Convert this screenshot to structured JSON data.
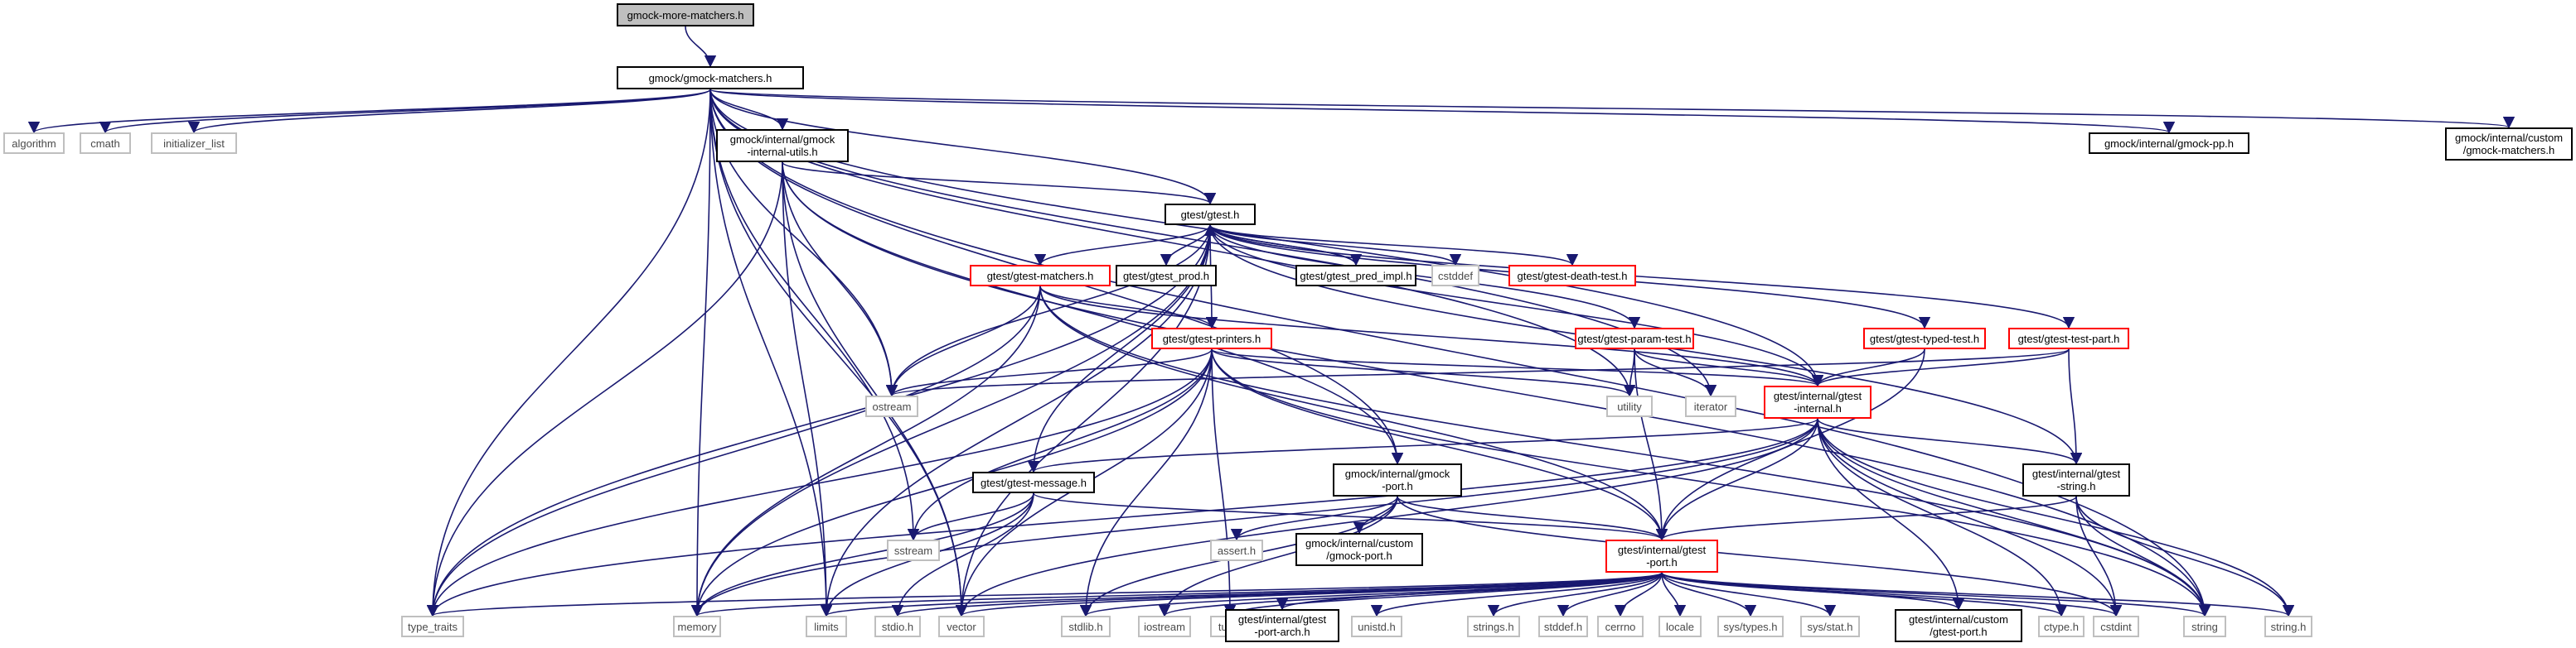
{
  "graph": {
    "edge_color": "#191970",
    "nodes": [
      {
        "id": "gmm",
        "label": "gmock-more-matchers.h",
        "style": "root"
      },
      {
        "id": "gm",
        "label": "gmock/gmock-matchers.h",
        "style": "black"
      },
      {
        "id": "algorithm",
        "label": "algorithm",
        "style": "gray"
      },
      {
        "id": "cmath",
        "label": "cmath",
        "style": "gray"
      },
      {
        "id": "initlist",
        "label": "initializer_list",
        "style": "gray"
      },
      {
        "id": "giu",
        "label": "gmock/internal/gmock\n-internal-utils.h",
        "style": "black"
      },
      {
        "id": "gpp",
        "label": "gmock/internal/gmock-pp.h",
        "style": "black"
      },
      {
        "id": "gcm",
        "label": "gmock/internal/custom\n/gmock-matchers.h",
        "style": "black"
      },
      {
        "id": "gtest",
        "label": "gtest/gtest.h",
        "style": "black"
      },
      {
        "id": "gtmatch",
        "label": "gtest/gtest-matchers.h",
        "style": "red"
      },
      {
        "id": "gprod",
        "label": "gtest/gtest_prod.h",
        "style": "black"
      },
      {
        "id": "gpred",
        "label": "gtest/gtest_pred_impl.h",
        "style": "black"
      },
      {
        "id": "cstddef",
        "label": "cstddef",
        "style": "gray"
      },
      {
        "id": "gdeath",
        "label": "gtest/gtest-death-test.h",
        "style": "red"
      },
      {
        "id": "gprint",
        "label": "gtest/gtest-printers.h",
        "style": "red"
      },
      {
        "id": "gparam",
        "label": "gtest/gtest-param-test.h",
        "style": "red"
      },
      {
        "id": "gtyped",
        "label": "gtest/gtest-typed-test.h",
        "style": "red"
      },
      {
        "id": "gtpart",
        "label": "gtest/gtest-test-part.h",
        "style": "red"
      },
      {
        "id": "ostream",
        "label": "ostream",
        "style": "gray"
      },
      {
        "id": "utility",
        "label": "utility",
        "style": "gray"
      },
      {
        "id": "iterator",
        "label": "iterator",
        "style": "gray"
      },
      {
        "id": "gint",
        "label": "gtest/internal/gtest\n-internal.h",
        "style": "red"
      },
      {
        "id": "gmsg",
        "label": "gtest/gtest-message.h",
        "style": "black"
      },
      {
        "id": "gmport",
        "label": "gmock/internal/gmock\n-port.h",
        "style": "black"
      },
      {
        "id": "gstr",
        "label": "gtest/internal/gtest\n-string.h",
        "style": "black"
      },
      {
        "id": "sstream",
        "label": "sstream",
        "style": "gray"
      },
      {
        "id": "assert",
        "label": "assert.h",
        "style": "gray"
      },
      {
        "id": "gcport",
        "label": "gmock/internal/custom\n/gmock-port.h",
        "style": "black"
      },
      {
        "id": "gport",
        "label": "gtest/internal/gtest\n-port.h",
        "style": "red"
      },
      {
        "id": "type_traits",
        "label": "type_traits",
        "style": "gray"
      },
      {
        "id": "memory",
        "label": "memory",
        "style": "gray"
      },
      {
        "id": "limits",
        "label": "limits",
        "style": "gray"
      },
      {
        "id": "stdio",
        "label": "stdio.h",
        "style": "gray"
      },
      {
        "id": "vector",
        "label": "vector",
        "style": "gray"
      },
      {
        "id": "stdlib",
        "label": "stdlib.h",
        "style": "gray"
      },
      {
        "id": "iostream",
        "label": "iostream",
        "style": "gray"
      },
      {
        "id": "tuple",
        "label": "tuple",
        "style": "gray"
      },
      {
        "id": "gparch",
        "label": "gtest/internal/gtest\n-port-arch.h",
        "style": "black"
      },
      {
        "id": "unistd",
        "label": "unistd.h",
        "style": "gray"
      },
      {
        "id": "strings",
        "label": "strings.h",
        "style": "gray"
      },
      {
        "id": "stddef",
        "label": "stddef.h",
        "style": "gray"
      },
      {
        "id": "cerrno",
        "label": "cerrno",
        "style": "gray"
      },
      {
        "id": "locale",
        "label": "locale",
        "style": "gray"
      },
      {
        "id": "systypes",
        "label": "sys/types.h",
        "style": "gray"
      },
      {
        "id": "sysstat",
        "label": "sys/stat.h",
        "style": "gray"
      },
      {
        "id": "gcgport",
        "label": "gtest/internal/custom\n/gtest-port.h",
        "style": "black"
      },
      {
        "id": "ctype",
        "label": "ctype.h",
        "style": "gray"
      },
      {
        "id": "cstdint",
        "label": "cstdint",
        "style": "gray"
      },
      {
        "id": "string",
        "label": "string",
        "style": "gray"
      },
      {
        "id": "stringh",
        "label": "string.h",
        "style": "gray"
      }
    ],
    "edges": [
      [
        "gmm",
        "gm"
      ],
      [
        "gm",
        "algorithm"
      ],
      [
        "gm",
        "cmath"
      ],
      [
        "gm",
        "initlist"
      ],
      [
        "gm",
        "giu"
      ],
      [
        "gm",
        "gpp"
      ],
      [
        "gm",
        "gcm"
      ],
      [
        "gm",
        "gtest"
      ],
      [
        "gm",
        "ostream"
      ],
      [
        "gm",
        "sstream"
      ],
      [
        "gm",
        "type_traits"
      ],
      [
        "gm",
        "memory"
      ],
      [
        "gm",
        "limits"
      ],
      [
        "gm",
        "vector"
      ],
      [
        "gm",
        "string"
      ],
      [
        "gm",
        "utility"
      ],
      [
        "gm",
        "iterator"
      ],
      [
        "gm",
        "gmport"
      ],
      [
        "gm",
        "gint"
      ],
      [
        "giu",
        "gtest"
      ],
      [
        "giu",
        "ostream"
      ],
      [
        "giu",
        "type_traits"
      ],
      [
        "giu",
        "limits"
      ],
      [
        "giu",
        "vector"
      ],
      [
        "giu",
        "gmport"
      ],
      [
        "giu",
        "string"
      ],
      [
        "gtest",
        "gtmatch"
      ],
      [
        "gtest",
        "gprod"
      ],
      [
        "gtest",
        "gpred"
      ],
      [
        "gtest",
        "cstddef"
      ],
      [
        "gtest",
        "gdeath"
      ],
      [
        "gtest",
        "gprint"
      ],
      [
        "gtest",
        "gparam"
      ],
      [
        "gtest",
        "gtyped"
      ],
      [
        "gtest",
        "gtpart"
      ],
      [
        "gtest",
        "ostream"
      ],
      [
        "gtest",
        "gint"
      ],
      [
        "gtest",
        "gmsg"
      ],
      [
        "gtest",
        "gstr"
      ],
      [
        "gtest",
        "type_traits"
      ],
      [
        "gtest",
        "memory"
      ],
      [
        "gtest",
        "limits"
      ],
      [
        "gtest",
        "vector"
      ],
      [
        "gpred",
        "gtest"
      ],
      [
        "gtmatch",
        "gprint"
      ],
      [
        "gtmatch",
        "ostream"
      ],
      [
        "gtmatch",
        "memory"
      ],
      [
        "gtmatch",
        "type_traits"
      ],
      [
        "gtmatch",
        "gint"
      ],
      [
        "gtmatch",
        "gport"
      ],
      [
        "gtmatch",
        "string"
      ],
      [
        "gprint",
        "ostream"
      ],
      [
        "gprint",
        "utility"
      ],
      [
        "gprint",
        "gint"
      ],
      [
        "gprint",
        "gport"
      ],
      [
        "gprint",
        "sstream"
      ],
      [
        "gprint",
        "type_traits"
      ],
      [
        "gprint",
        "memory"
      ],
      [
        "gprint",
        "vector"
      ],
      [
        "gprint",
        "string"
      ],
      [
        "gprint",
        "stdlib"
      ],
      [
        "gprint",
        "tuple"
      ],
      [
        "gparam",
        "utility"
      ],
      [
        "gparam",
        "iterator"
      ],
      [
        "gparam",
        "gint"
      ],
      [
        "gparam",
        "gport"
      ],
      [
        "gtyped",
        "gint"
      ],
      [
        "gtyped",
        "gport"
      ],
      [
        "gtpart",
        "gint"
      ],
      [
        "gtpart",
        "gstr"
      ],
      [
        "gtpart",
        "ostream"
      ],
      [
        "gint",
        "gmsg"
      ],
      [
        "gint",
        "gstr"
      ],
      [
        "gint",
        "gport"
      ],
      [
        "gint",
        "type_traits"
      ],
      [
        "gint",
        "vector"
      ],
      [
        "gint",
        "memory"
      ],
      [
        "gint",
        "stringh"
      ],
      [
        "gint",
        "string"
      ],
      [
        "gint",
        "cstdint"
      ],
      [
        "gint",
        "ctype"
      ],
      [
        "gint",
        "gcgport"
      ],
      [
        "gmsg",
        "sstream"
      ],
      [
        "gmsg",
        "gport"
      ],
      [
        "gmsg",
        "memory"
      ],
      [
        "gmsg",
        "limits"
      ],
      [
        "gmsg",
        "stdio"
      ],
      [
        "gmport",
        "assert"
      ],
      [
        "gmport",
        "gcport"
      ],
      [
        "gmport",
        "gport"
      ],
      [
        "gmport",
        "stdlib"
      ],
      [
        "gmport",
        "cstdint"
      ],
      [
        "gmport",
        "iostream"
      ],
      [
        "gstr",
        "gport"
      ],
      [
        "gstr",
        "cstdint"
      ],
      [
        "gstr",
        "string"
      ],
      [
        "gstr",
        "stringh"
      ],
      [
        "gport",
        "type_traits"
      ],
      [
        "gport",
        "memory"
      ],
      [
        "gport",
        "limits"
      ],
      [
        "gport",
        "stdio"
      ],
      [
        "gport",
        "vector"
      ],
      [
        "gport",
        "stdlib"
      ],
      [
        "gport",
        "iostream"
      ],
      [
        "gport",
        "tuple"
      ],
      [
        "gport",
        "gparch"
      ],
      [
        "gport",
        "unistd"
      ],
      [
        "gport",
        "strings"
      ],
      [
        "gport",
        "stddef"
      ],
      [
        "gport",
        "cerrno"
      ],
      [
        "gport",
        "locale"
      ],
      [
        "gport",
        "systypes"
      ],
      [
        "gport",
        "sysstat"
      ],
      [
        "gport",
        "gcgport"
      ],
      [
        "gport",
        "ctype"
      ],
      [
        "gport",
        "cstdint"
      ],
      [
        "gport",
        "string"
      ],
      [
        "gport",
        "stringh"
      ]
    ]
  }
}
